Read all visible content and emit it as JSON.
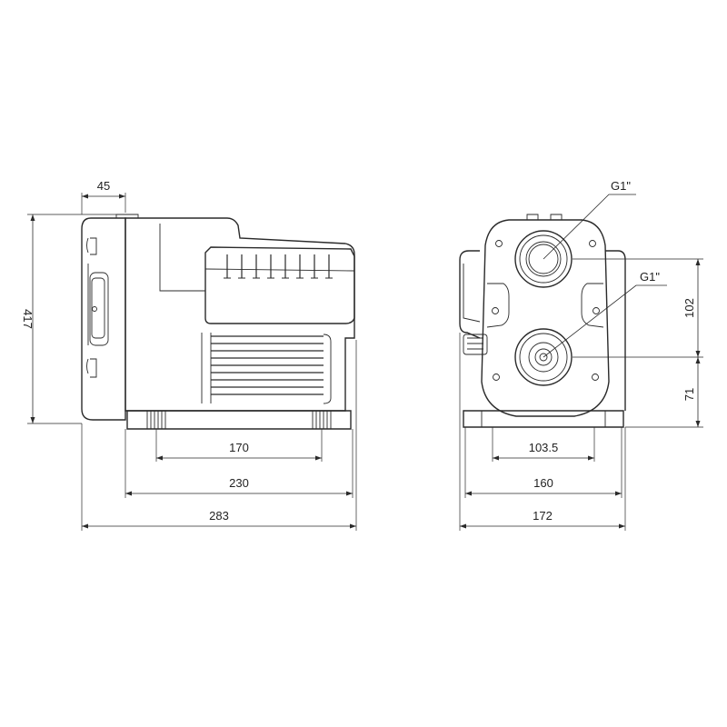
{
  "diagram": {
    "side_view": {
      "dim_top": "45",
      "dim_height": "417",
      "dim_foot_inner": "170",
      "dim_foot_outer": "230",
      "dim_total_length": "283"
    },
    "front_view": {
      "label_outlet": "G1\"",
      "label_inlet": "G1\"",
      "dim_port_spacing": "102",
      "dim_inlet_height": "71",
      "dim_foot_inner": "103.5",
      "dim_foot_outer": "160",
      "dim_total_width": "172"
    },
    "colors": {
      "line": "#2a2a2a",
      "background": "#ffffff"
    }
  }
}
